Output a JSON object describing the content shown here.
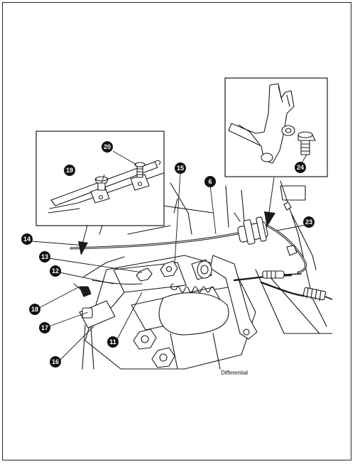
{
  "figure": {
    "caption": "Differential",
    "callouts": {
      "c6": "6",
      "c11": "11",
      "c12": "12",
      "c13": "13",
      "c14": "14",
      "c15": "15",
      "c16": "16",
      "c17": "17",
      "c18": "18",
      "c19": "19",
      "c20": "20",
      "c23": "23",
      "c24": "24"
    }
  }
}
